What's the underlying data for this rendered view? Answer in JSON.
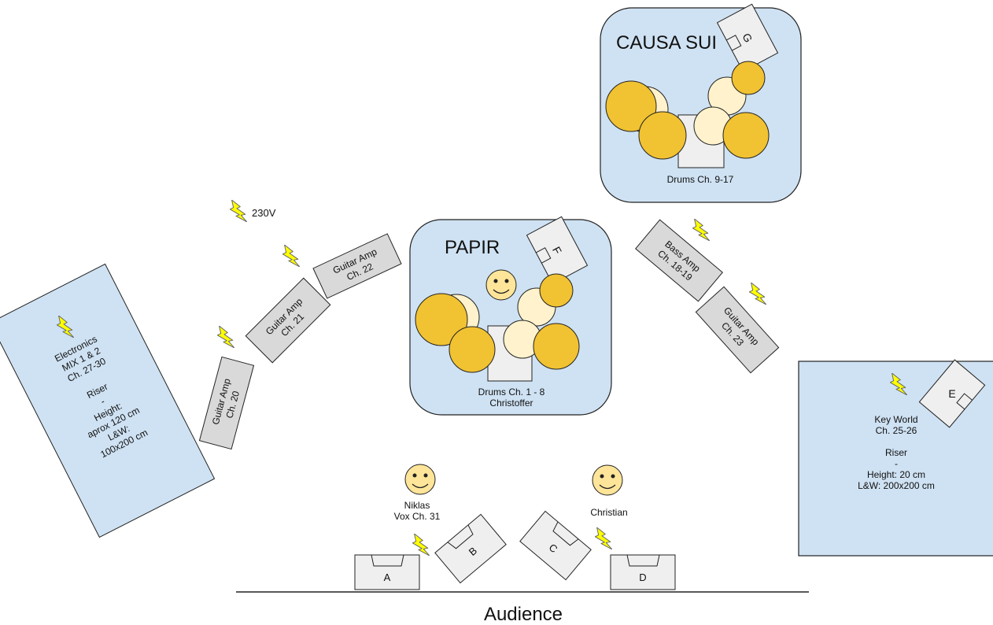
{
  "bands": {
    "causa_sui": {
      "name": "CAUSA SUI",
      "drums": "Drums Ch. 9-17",
      "monitor": "G"
    },
    "papir": {
      "name": "PAPIR",
      "drums_line1": "Drums Ch. 1 - 8",
      "drums_line2": "Christoffer",
      "monitor": "F"
    }
  },
  "power_label": "230V",
  "amps": {
    "guitar_22": {
      "line1": "Guitar Amp",
      "line2": "Ch. 22"
    },
    "guitar_21": {
      "line1": "Guitar Amp",
      "line2": "Ch. 21"
    },
    "guitar_20": {
      "line1": "Guitar Amp",
      "line2": "Ch. 20"
    },
    "bass_18_19": {
      "line1": "Bass Amp",
      "line2": "Ch. 18-19"
    },
    "guitar_23": {
      "line1": "Guitar Amp",
      "line2": "Ch. 23"
    }
  },
  "electronics_riser": {
    "lines": [
      "Electronics",
      "MIX 1 & 2",
      "Ch. 27-30",
      "",
      "Riser",
      "-",
      "Height:",
      "aprox 120 cm",
      "L&W:",
      "100x200 cm"
    ]
  },
  "keys_riser": {
    "lines": [
      "Key World",
      "Ch. 25-26",
      "",
      "Riser",
      "-",
      "Height: 20 cm",
      "L&W: 200x200 cm"
    ],
    "monitor": "E"
  },
  "performers": {
    "niklas": {
      "line1": "Niklas",
      "line2": "Vox Ch. 31"
    },
    "christian": {
      "line1": "Christian"
    }
  },
  "front_monitors": {
    "a": "A",
    "b": "B",
    "c": "C",
    "d": "D"
  },
  "audience_label": "Audience",
  "colors": {
    "riser_fill": "#cfe2f3",
    "amp_fill": "#d9d9d9",
    "monitor_fill": "#efefef",
    "drum_gold": "#f1c232",
    "drum_cream": "#fff2cc",
    "face": "#ffe599",
    "bolt": "#ffff00",
    "stroke": "#222222"
  }
}
